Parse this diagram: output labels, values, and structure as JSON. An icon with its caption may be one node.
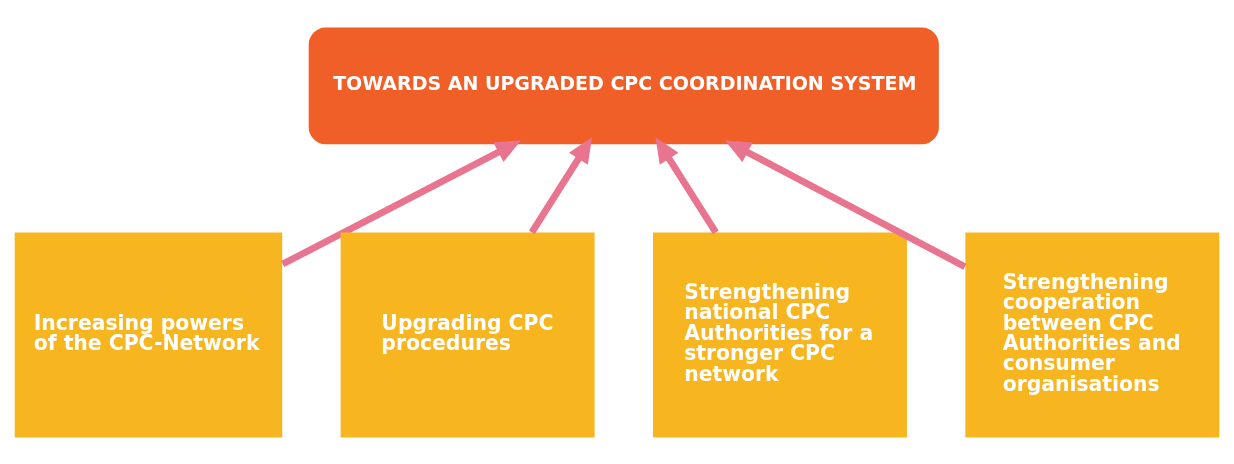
{
  "diagram": {
    "nodes": [
      {
        "text": [
          "TOWARDS AN UPGRADED CPC COORDINATION SYSTEM"
        ]
      },
      {
        "text": [
          "Increasing powers of the CPC-Network"
        ]
      },
      {
        "text": [
          "Upgrading CPC procedures"
        ]
      },
      {
        "text": [
          "Strengthening national CPC Authorities for a stronger CPC network"
        ]
      },
      {
        "text": [
          "Strengthening cooperation between CPC Authorities and consumer organisations"
        ]
      }
    ],
    "edges": [
      {
        "from": 1,
        "to": 0,
        "arrow": "to"
      },
      {
        "from": 2,
        "to": 0,
        "arrow": "to"
      },
      {
        "from": 3,
        "to": 0,
        "arrow": "to"
      },
      {
        "from": 4,
        "to": 0,
        "arrow": "to"
      }
    ]
  }
}
